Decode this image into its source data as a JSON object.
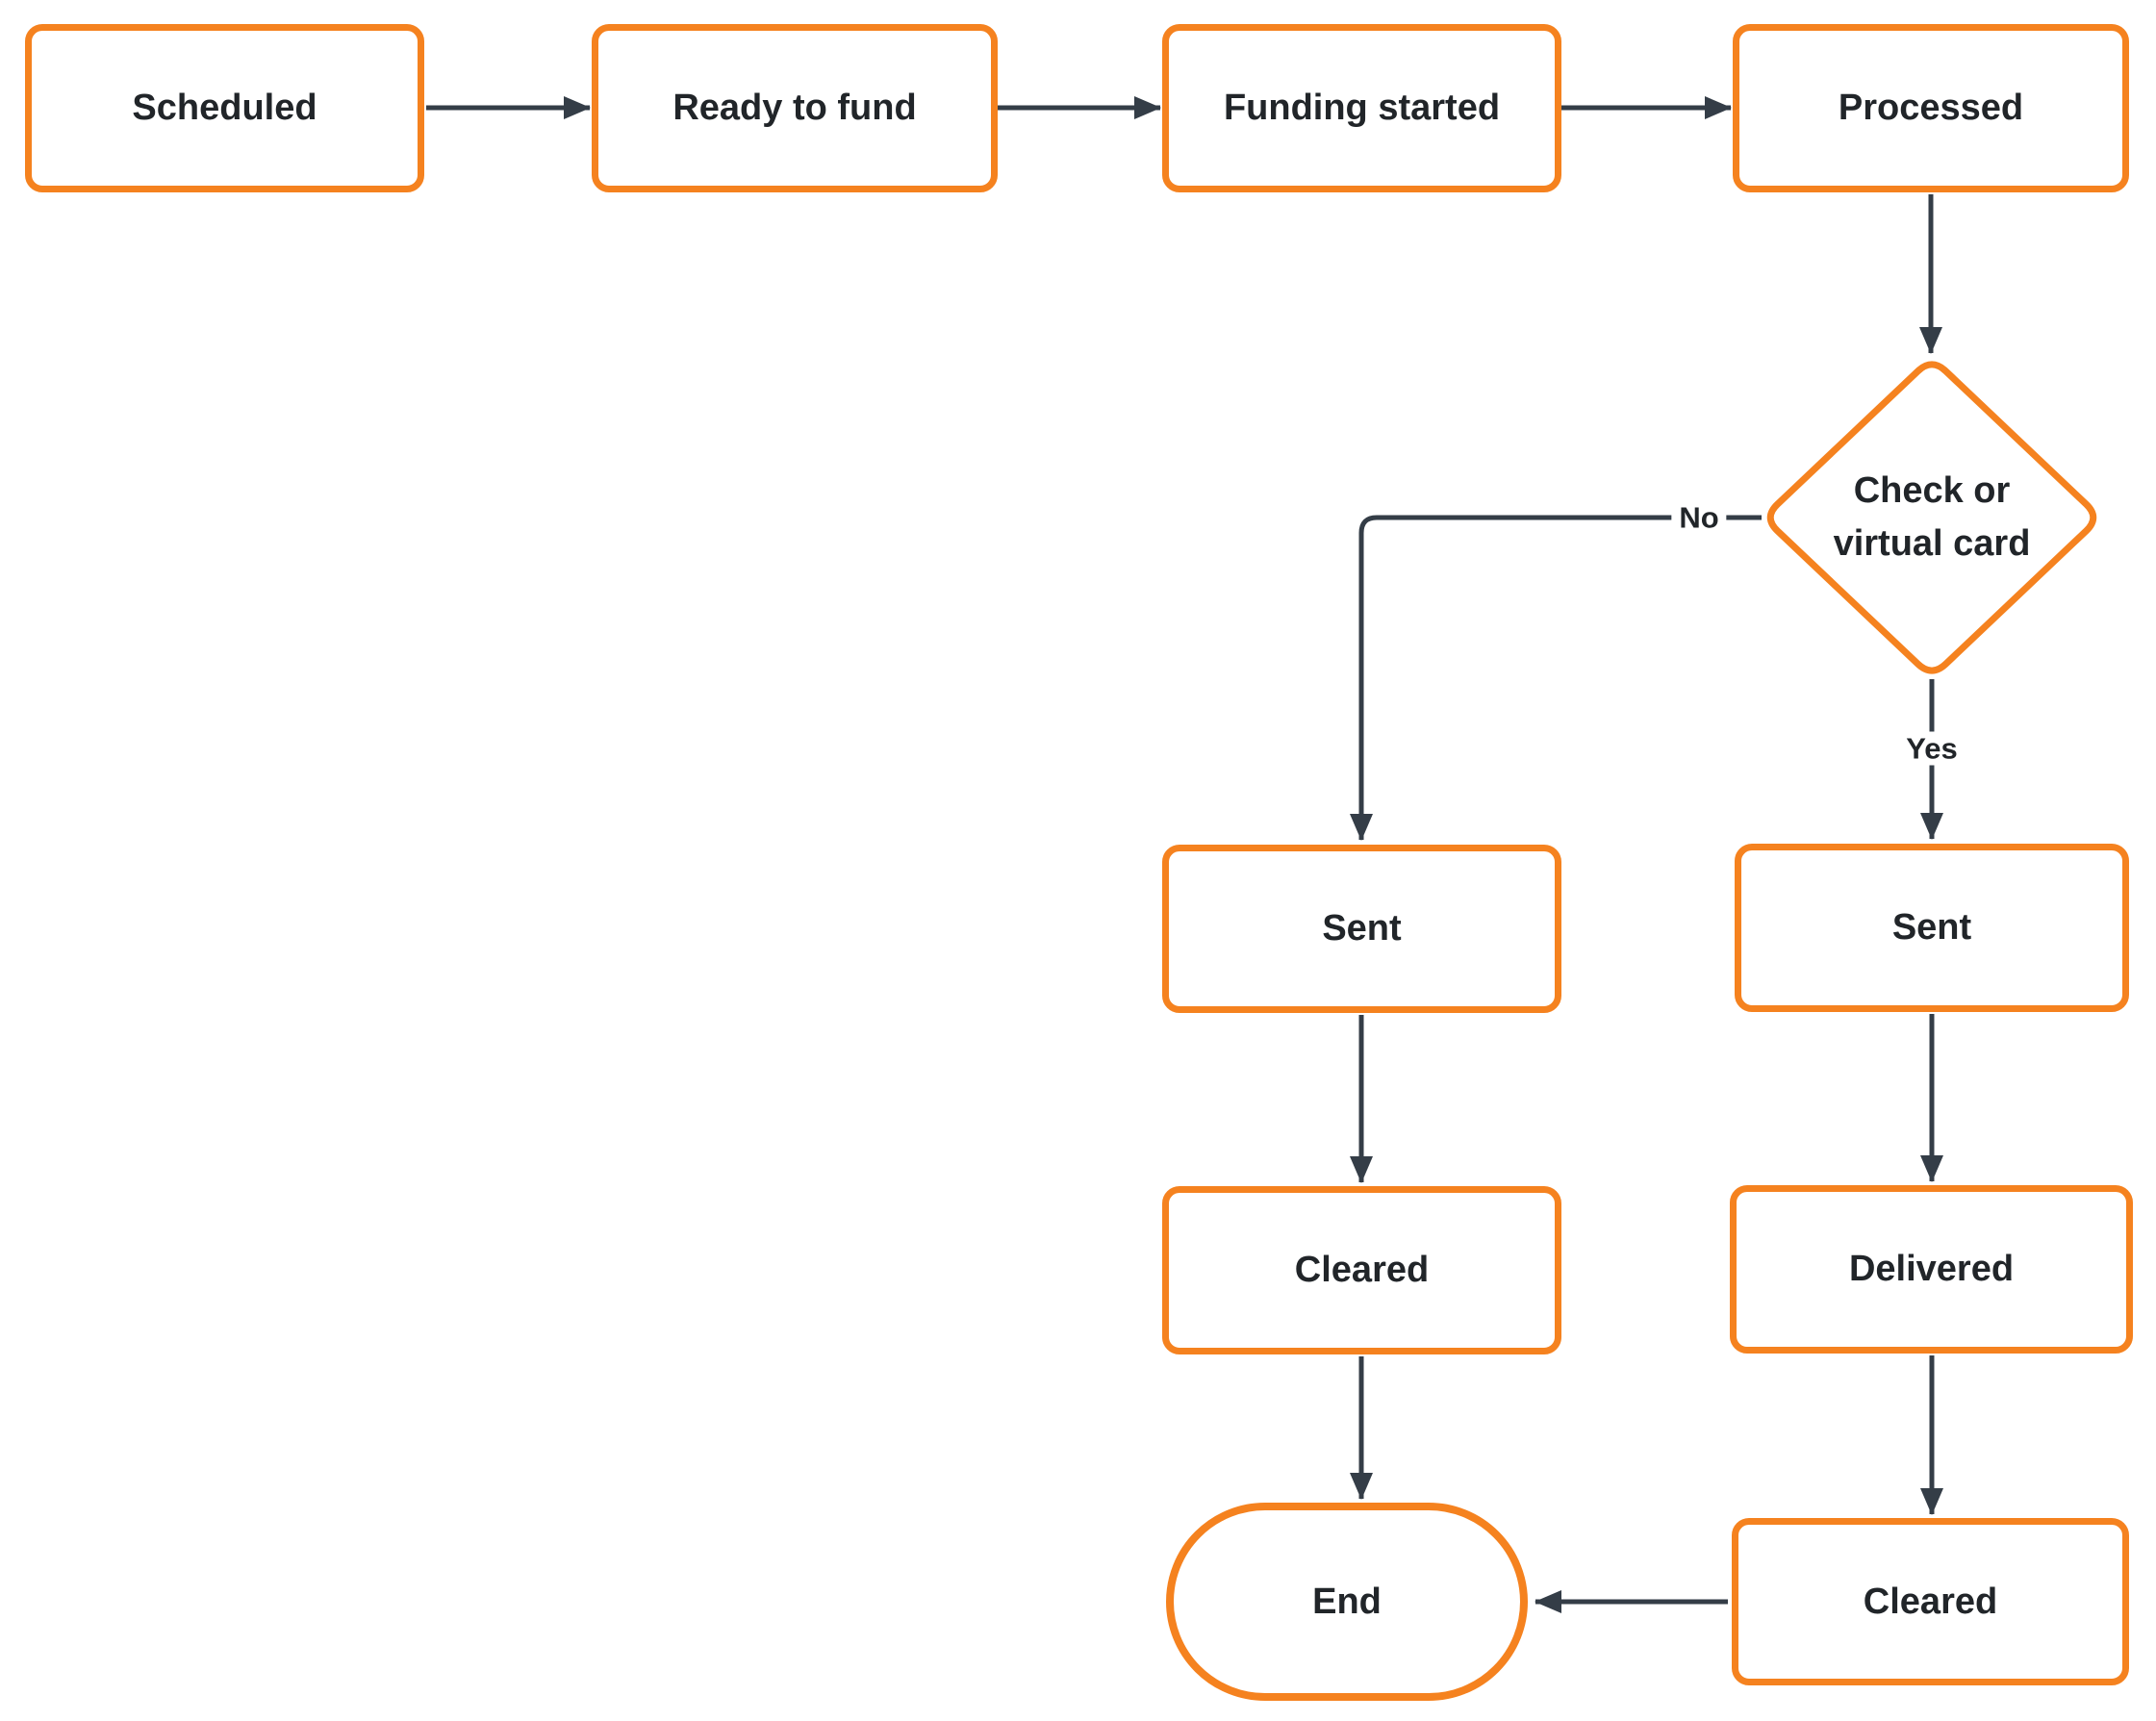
{
  "diagram": {
    "type": "flowchart",
    "colors": {
      "node_border": "#F5821F",
      "node_fill": "#FFFFFF",
      "connector": "#343D47",
      "text": "#212529",
      "background": "#FFFFFF"
    }
  },
  "nodes": {
    "scheduled": {
      "label": "Scheduled",
      "shape": "rectangle"
    },
    "ready_to_fund": {
      "label": "Ready to fund",
      "shape": "rectangle"
    },
    "funding_started": {
      "label": "Funding started",
      "shape": "rectangle"
    },
    "processed": {
      "label": "Processed",
      "shape": "rectangle"
    },
    "check_or_virtual_card": {
      "label": "Check or virtual card",
      "shape": "diamond"
    },
    "sent_left": {
      "label": "Sent",
      "shape": "rectangle"
    },
    "sent_right": {
      "label": "Sent",
      "shape": "rectangle"
    },
    "cleared_left": {
      "label": "Cleared",
      "shape": "rectangle"
    },
    "delivered": {
      "label": "Delivered",
      "shape": "rectangle"
    },
    "cleared_right": {
      "label": "Cleared",
      "shape": "rectangle"
    },
    "end": {
      "label": "End",
      "shape": "stadium"
    }
  },
  "edges": {
    "scheduled_to_ready_to_fund": {
      "from": "scheduled",
      "to": "ready_to_fund",
      "label": ""
    },
    "ready_to_fund_to_funding_started": {
      "from": "ready_to_fund",
      "to": "funding_started",
      "label": ""
    },
    "funding_started_to_processed": {
      "from": "funding_started",
      "to": "processed",
      "label": ""
    },
    "processed_to_decision": {
      "from": "processed",
      "to": "check_or_virtual_card",
      "label": ""
    },
    "decision_to_sent_left": {
      "from": "check_or_virtual_card",
      "to": "sent_left",
      "label": "No"
    },
    "decision_to_sent_right": {
      "from": "check_or_virtual_card",
      "to": "sent_right",
      "label": "Yes"
    },
    "sent_left_to_cleared_left": {
      "from": "sent_left",
      "to": "cleared_left",
      "label": ""
    },
    "sent_right_to_delivered": {
      "from": "sent_right",
      "to": "delivered",
      "label": ""
    },
    "cleared_left_to_end": {
      "from": "cleared_left",
      "to": "end",
      "label": ""
    },
    "delivered_to_cleared_right": {
      "from": "delivered",
      "to": "cleared_right",
      "label": ""
    },
    "cleared_right_to_end": {
      "from": "cleared_right",
      "to": "end",
      "label": ""
    }
  }
}
